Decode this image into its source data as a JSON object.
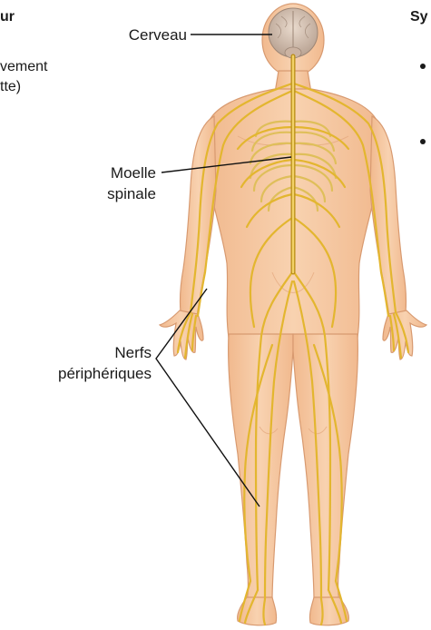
{
  "left_panel": {
    "header_fragment": "ur",
    "lines": [
      "vement",
      "tte)"
    ]
  },
  "right_panel": {
    "header_fragment": "Sy"
  },
  "labels": {
    "brain": "Cerveau",
    "spinal_cord": [
      "Moelle",
      "spinale"
    ],
    "peripheral_nerves": [
      "Nerfs",
      "périphériques"
    ]
  },
  "colors": {
    "skin": "#f6c8a0",
    "skin_outline": "#d89a70",
    "nerve": "#e3b62f",
    "nerve_dark": "#b98c16",
    "brain": "#d8c2b2",
    "spine": "#c9b8a8",
    "leader_line": "#111111"
  }
}
